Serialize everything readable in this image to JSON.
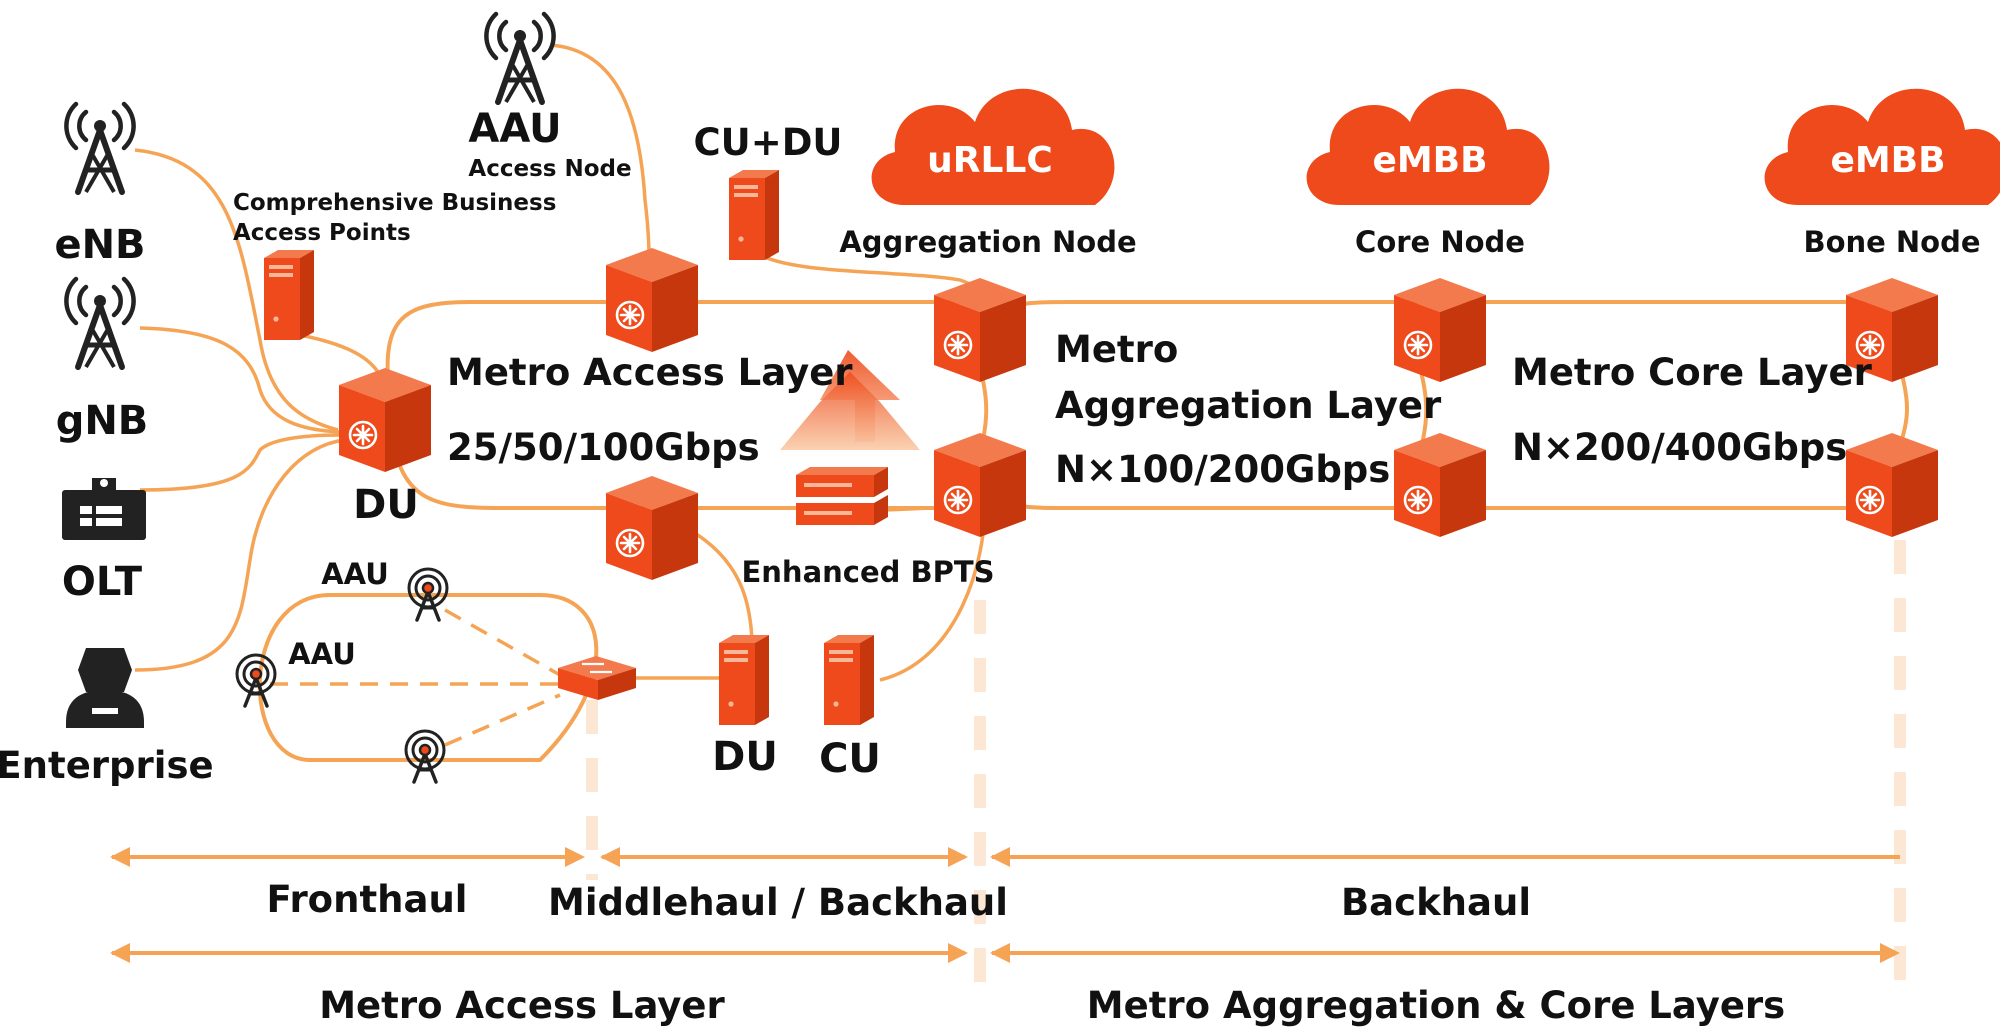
{
  "colors": {
    "line": "#F5A455",
    "accent": "#EE4A1B",
    "accent_dark": "#C7370E",
    "accent_light": "#F37A4C",
    "icon_dark": "#222222",
    "guide": "#F6C9A0"
  },
  "clouds": {
    "urllc": "uRLLC",
    "embb_core": "eMBB",
    "embb_bone": "eMBB"
  },
  "labels": {
    "enb": "eNB",
    "gnb": "gNB",
    "olt": "OLT",
    "enterprise": "Enterprise",
    "aau_top": "AAU",
    "access_node": "Access Node",
    "comprehensive_line1": "Comprehensive Business",
    "comprehensive_line2": "Access Points",
    "cu_du": "CU+DU",
    "aggregation_node": "Aggregation Node",
    "core_node": "Core Node",
    "bone_node": "Bone Node",
    "du_main": "DU",
    "du_lower": "DU",
    "cu_lower": "CU",
    "aau_ring_top": "AAU",
    "aau_ring_left": "AAU",
    "enhanced_bpts": "Enhanced BPTS"
  },
  "layers": {
    "metro_access_title": "Metro Access Layer",
    "metro_access_rate": "25/50/100Gbps",
    "metro_agg_line1": "Metro",
    "metro_agg_line2": "Aggregation Layer",
    "metro_agg_rate": "N×100/200Gbps",
    "metro_core_title": "Metro Core Layer",
    "metro_core_rate": "N×200/400Gbps"
  },
  "spans": {
    "fronthaul": "Fronthaul",
    "middlehaul": "Middlehaul / Backhaul",
    "backhaul": "Backhaul",
    "metro_access_layer": "Metro Access Layer",
    "metro_agg_core_layers": "Metro Aggregation & Core Layers"
  },
  "icons": [
    "antenna-tower-icon",
    "base-station-tower-icon",
    "olt-terminal-icon",
    "enterprise-user-icon",
    "server-icon",
    "router-cube-icon",
    "switch-icon",
    "bpts-device-icon",
    "cloud-icon",
    "up-arrow-icon"
  ]
}
